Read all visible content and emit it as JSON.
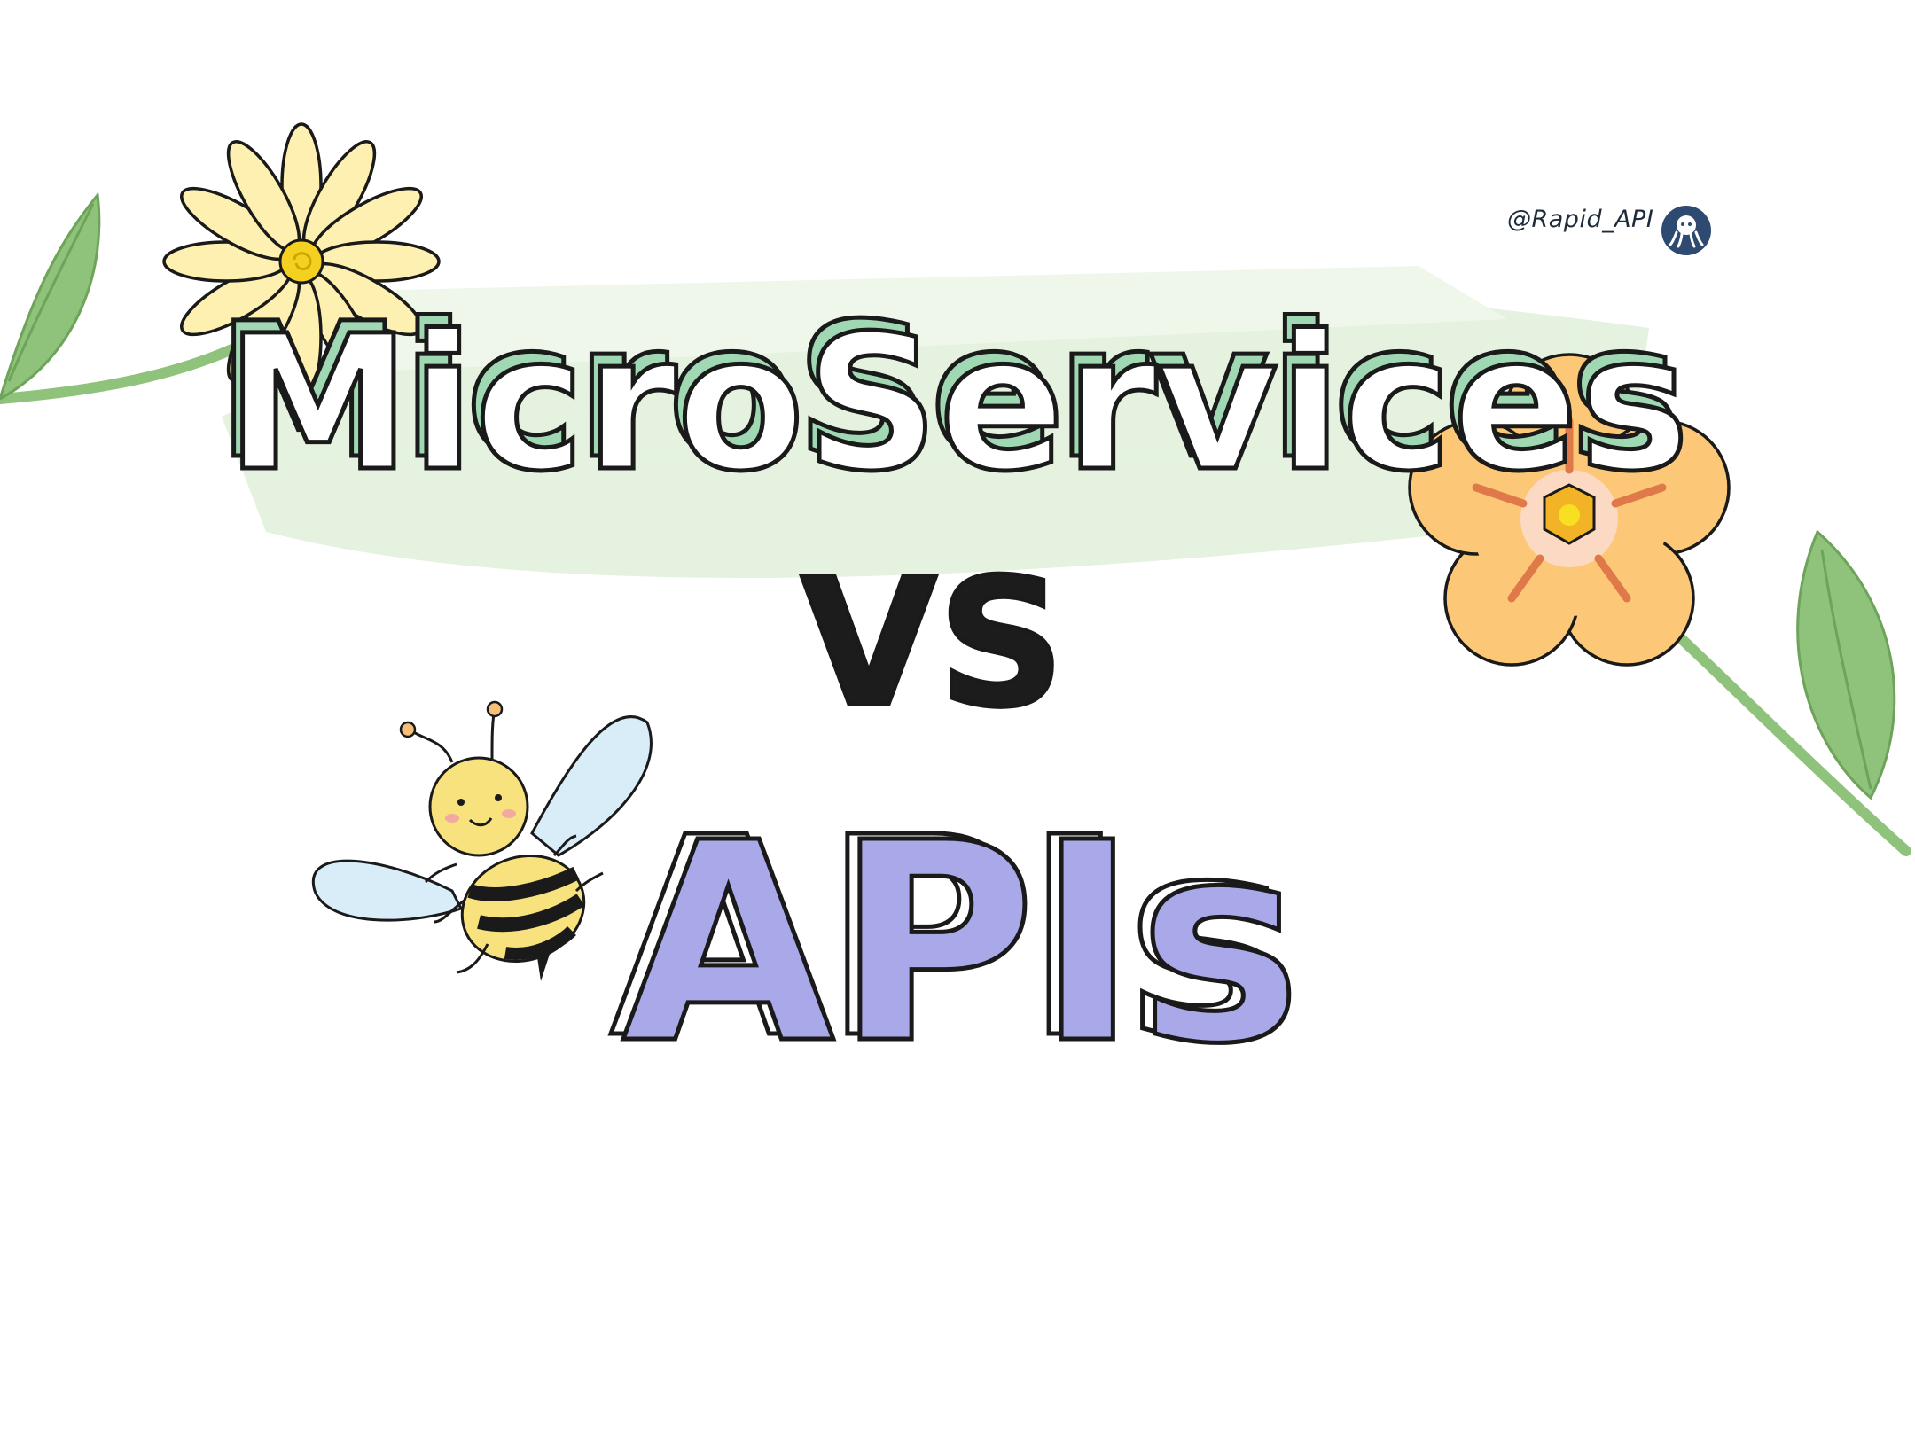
{
  "title": {
    "line1": "MicroServices",
    "line2": "VS",
    "line3": "APIs"
  },
  "handle": "@Rapid_API",
  "illustrations": {
    "left_flower": "daisy-icon",
    "right_flower": "orange-flower-icon",
    "character": "bee-icon",
    "logo": "rapidapi-octopus-icon"
  },
  "colors": {
    "highlight_green": "#d7ecd0",
    "microservices_shadow": "#9fd8b2",
    "vs_fill": "#1c1c1c",
    "apis_fill": "#a9a8e8",
    "daisy_petal": "#fdf0b0",
    "orange_petal": "#fcc878",
    "leaf": "#8fc27a",
    "bee_yellow": "#f8e27d"
  }
}
